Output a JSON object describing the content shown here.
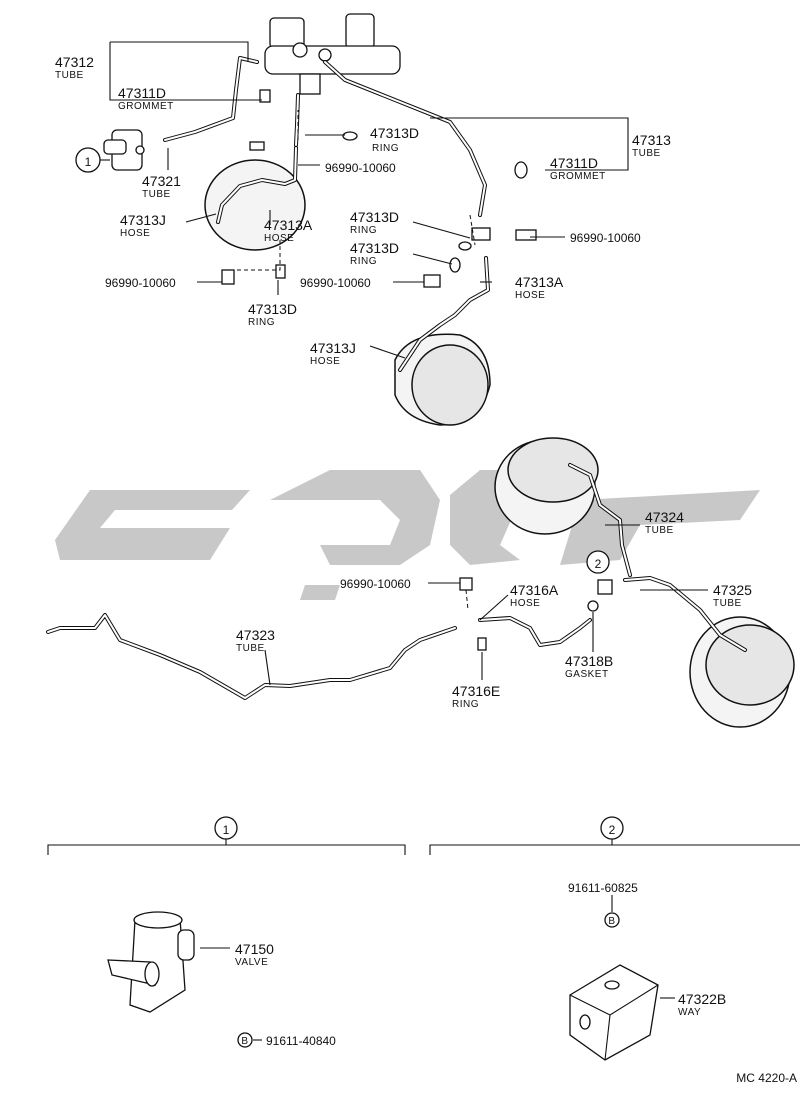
{
  "diagram": {
    "code": "MC 4220-A",
    "labels": [
      {
        "id": "47312",
        "pn": "47312",
        "desc": "TUBE"
      },
      {
        "id": "47311D-a",
        "pn": "47311D",
        "desc": "GROMMET"
      },
      {
        "id": "47313D-a",
        "pn": "47313D",
        "desc": "RING"
      },
      {
        "id": "47313",
        "pn": "47313",
        "desc": "TUBE"
      },
      {
        "id": "47311D-b",
        "pn": "47311D",
        "desc": "GROMMET"
      },
      {
        "id": "96990-a",
        "pn": "96990-10060",
        "desc": ""
      },
      {
        "id": "47321",
        "pn": "47321",
        "desc": "TUBE"
      },
      {
        "id": "47313J-a",
        "pn": "47313J",
        "desc": "HOSE"
      },
      {
        "id": "47313A-a",
        "pn": "47313A",
        "desc": "HOSE"
      },
      {
        "id": "47313D-b",
        "pn": "47313D",
        "desc": "RING"
      },
      {
        "id": "47313D-c",
        "pn": "47313D",
        "desc": "RING"
      },
      {
        "id": "96990-b",
        "pn": "96990-10060",
        "desc": ""
      },
      {
        "id": "96990-c",
        "pn": "96990-10060",
        "desc": ""
      },
      {
        "id": "96990-d",
        "pn": "96990-10060",
        "desc": ""
      },
      {
        "id": "47313A-b",
        "pn": "47313A",
        "desc": "HOSE"
      },
      {
        "id": "47313D-d",
        "pn": "47313D",
        "desc": "RING"
      },
      {
        "id": "47313J-b",
        "pn": "47313J",
        "desc": "HOSE"
      },
      {
        "id": "47324",
        "pn": "47324",
        "desc": "TUBE"
      },
      {
        "id": "96990-e",
        "pn": "96990-10060",
        "desc": ""
      },
      {
        "id": "47316A",
        "pn": "47316A",
        "desc": "HOSE"
      },
      {
        "id": "47325",
        "pn": "47325",
        "desc": "TUBE"
      },
      {
        "id": "47323",
        "pn": "47323",
        "desc": "TUBE"
      },
      {
        "id": "47318B",
        "pn": "47318B",
        "desc": "GASKET"
      },
      {
        "id": "47316E",
        "pn": "47316E",
        "desc": "RING"
      },
      {
        "id": "47150",
        "pn": "47150",
        "desc": "VALVE"
      },
      {
        "id": "47322B",
        "pn": "47322B",
        "desc": "WAY"
      }
    ],
    "refs": {
      "callout1": "1",
      "callout2": "2",
      "bolt_symbol": "B",
      "bolt1": "91611-40840",
      "bolt2": "91611-60825"
    }
  }
}
